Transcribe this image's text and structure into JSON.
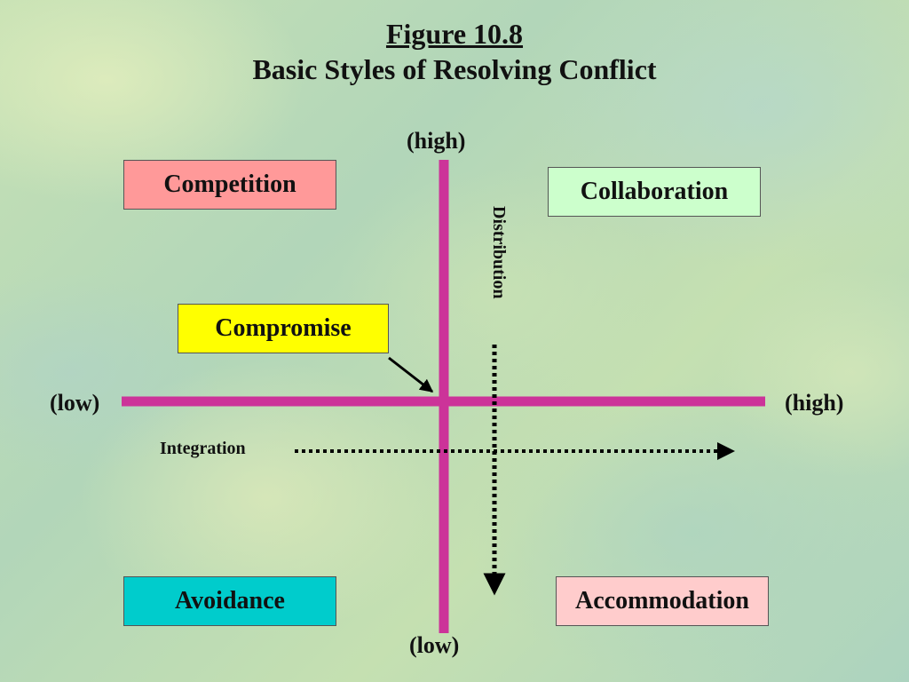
{
  "header": {
    "figure_number": "Figure 10.8",
    "title": "Basic Styles of Resolving Conflict"
  },
  "axes": {
    "vertical_high": "(high)",
    "vertical_low": "(low)",
    "horizontal_low": "(low)",
    "horizontal_high": "(high)",
    "color": "#cc3399"
  },
  "dimensions": {
    "horizontal": "Integration",
    "vertical": "Distribution"
  },
  "styles": {
    "competition": {
      "label": "Competition",
      "color": "#ff9999"
    },
    "collaboration": {
      "label": "Collaboration",
      "color": "#ccffcc"
    },
    "compromise": {
      "label": "Compromise",
      "color": "#ffff00"
    },
    "avoidance": {
      "label": "Avoidance",
      "color": "#00cccc"
    },
    "accommodation": {
      "label": "Accommodation",
      "color": "#ffcccc"
    }
  }
}
